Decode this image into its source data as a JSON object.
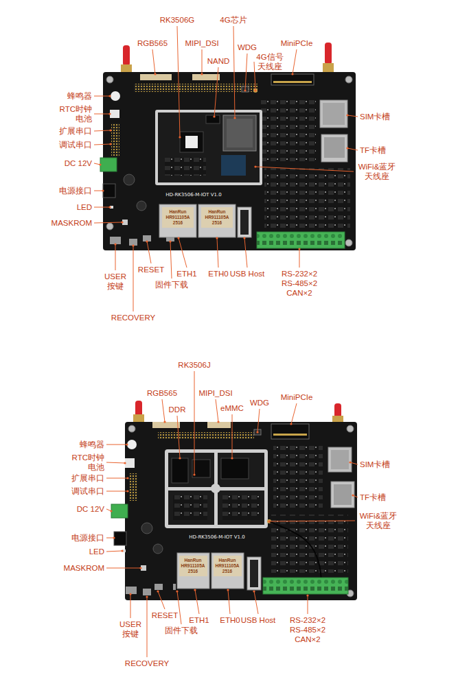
{
  "diagram": {
    "labels": [
      "RK3506G",
      "RGB565",
      "MIPI_DSI",
      "NAND",
      "4G芯片",
      "WDG",
      "4G信号 天线座",
      "MiniPCIe",
      "蜂鸣器",
      "RTC时钟 电池",
      "扩展串口",
      "调试串口",
      "DC 12V",
      "电源接口",
      "LED",
      "MASKROM",
      "SIM卡槽",
      "TF卡槽",
      "WiFi&蓝牙 天线座",
      "USER 按键",
      "RESET",
      "固件下载",
      "ETH1",
      "ETH0",
      "USB Host",
      "RS-232×2 RS-485×2 CAN×2",
      "RECOVERY",
      "HD-RK3506-M-IOT V1.0",
      "HanRun",
      "HR911105A",
      "2516",
      "HanRun",
      "HR911105A",
      "2516",
      "RK3506J",
      "RGB565",
      "MIPI_DSI",
      "DDR",
      "eMMC",
      "WDG",
      "MiniPCIe",
      "蜂鸣器",
      "RTC时钟 电池",
      "扩展串口",
      "调试串口",
      "DC 12V",
      "电源接口",
      "LED",
      "MASKROM",
      "SIM卡槽",
      "TF卡槽",
      "WiFi&蓝牙 天线座",
      "USER 按键",
      "RESET",
      "固件下载",
      "ETH1",
      "ETH0",
      "USB Host",
      "RS-232×2 RS-485×2 CAN×2",
      "RECOVERY",
      "HD-RK3506-M-IOT V1.0",
      "HanRun",
      "HR911105A",
      "2516",
      "HanRun",
      "HR911105A",
      "2516"
    ]
  }
}
